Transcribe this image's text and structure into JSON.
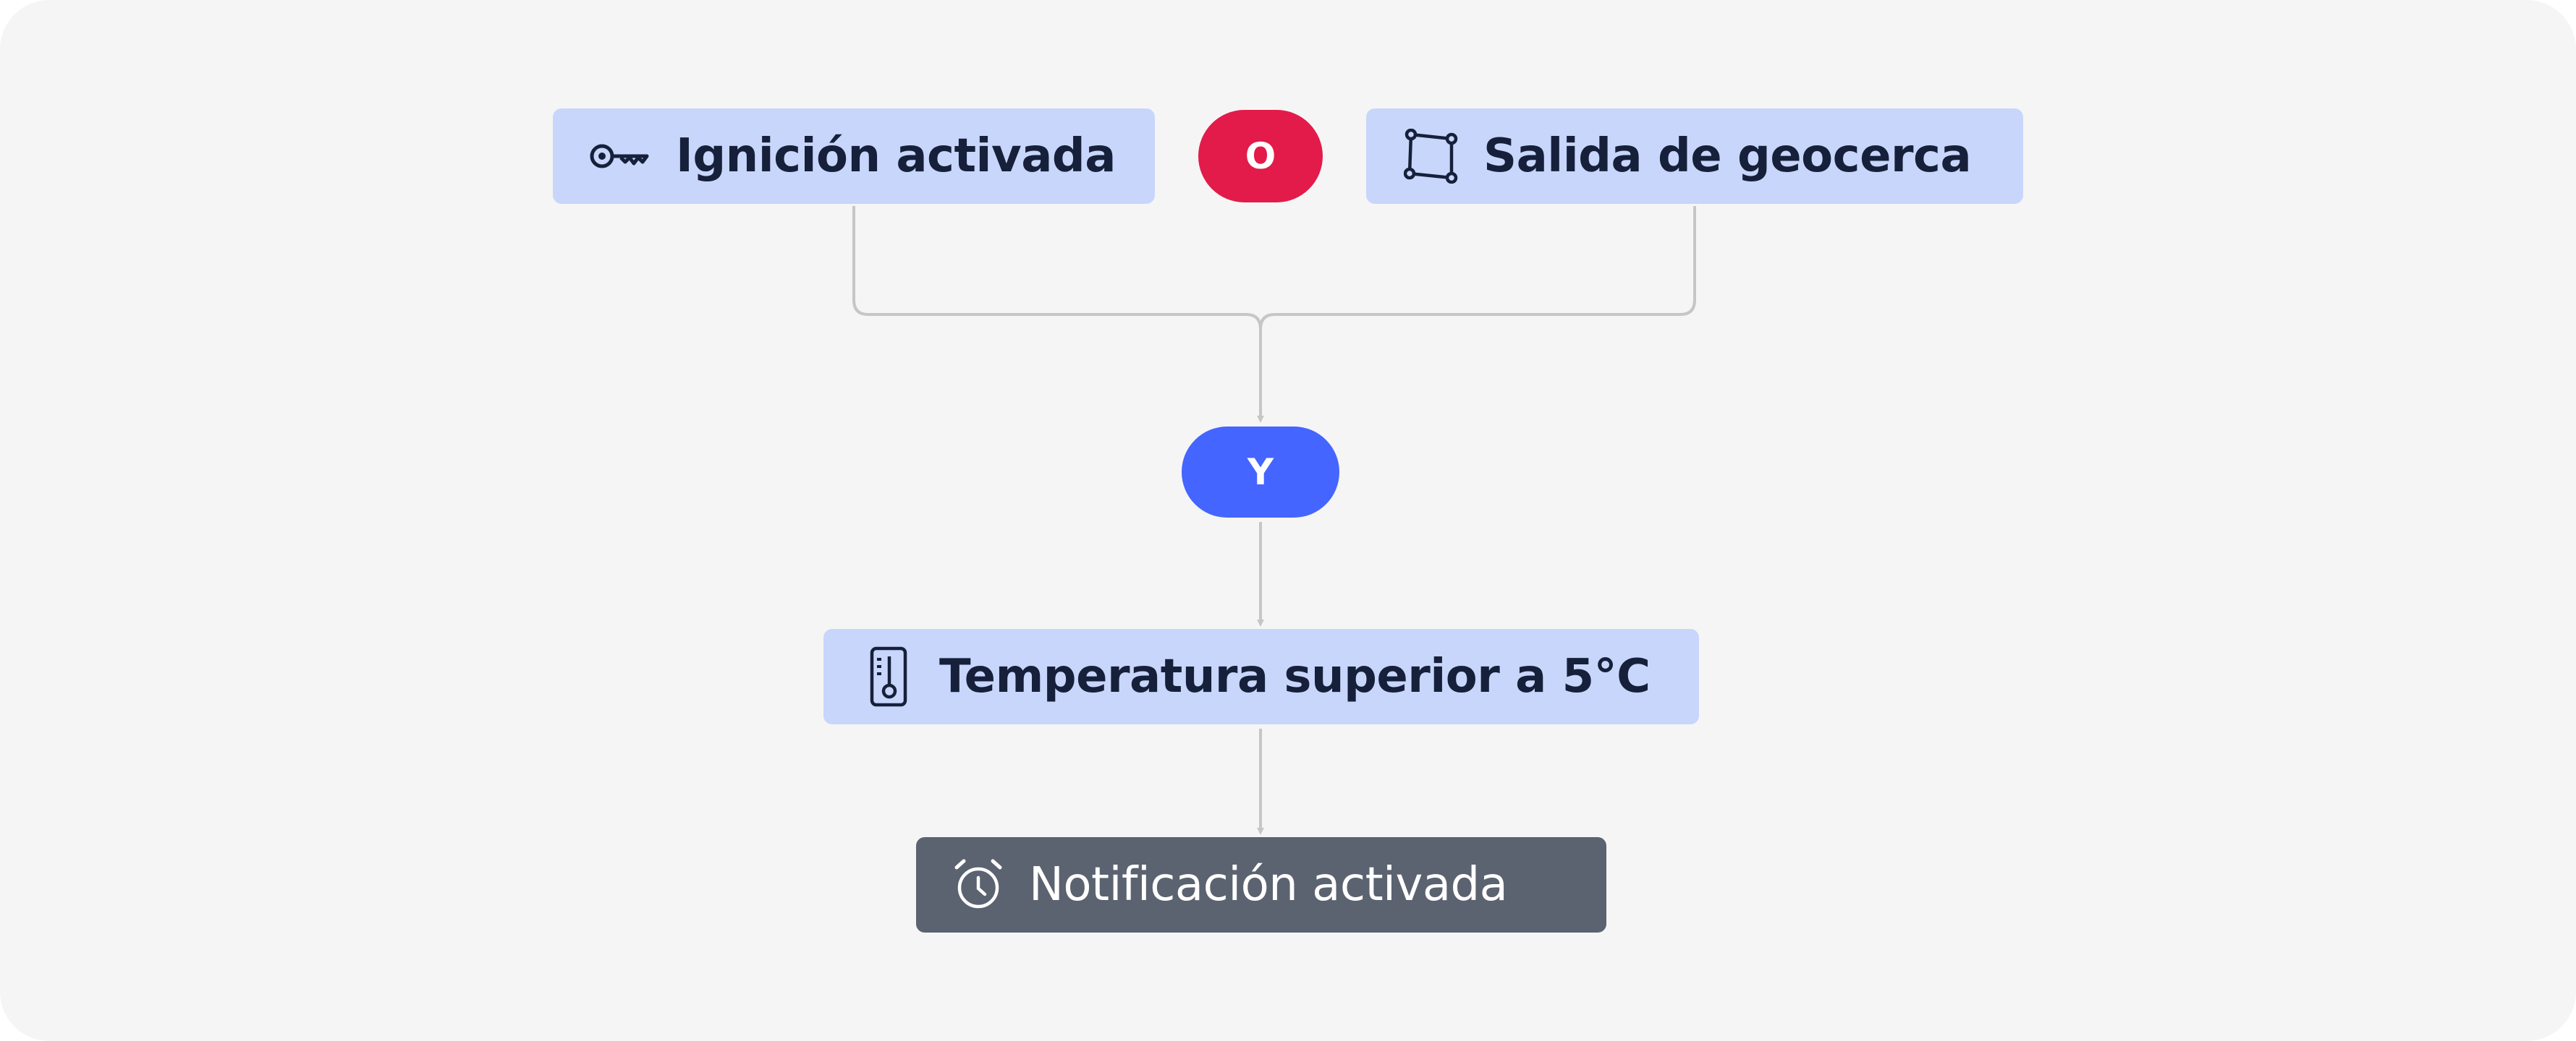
{
  "diagram": {
    "conditions": {
      "ignition": {
        "label": "Ignición activada",
        "icon": "key-icon"
      },
      "geofence": {
        "label": "Salida de geocerca",
        "icon": "geofence-polygon-icon"
      },
      "temperature": {
        "label": "Temperatura superior a 5°C",
        "icon": "thermometer-icon"
      }
    },
    "operators": {
      "or": "O",
      "and": "Y"
    },
    "action": {
      "label": "Notificación activada",
      "icon": "alarm-clock-icon"
    },
    "colors": {
      "background": "#f5f5f5",
      "condition_fill": "#c8d6fb",
      "condition_text": "#16203a",
      "action_fill": "#5b6270",
      "or_fill": "#e21b4a",
      "and_fill": "#4465ff",
      "connector": "#c6c6c6"
    }
  }
}
